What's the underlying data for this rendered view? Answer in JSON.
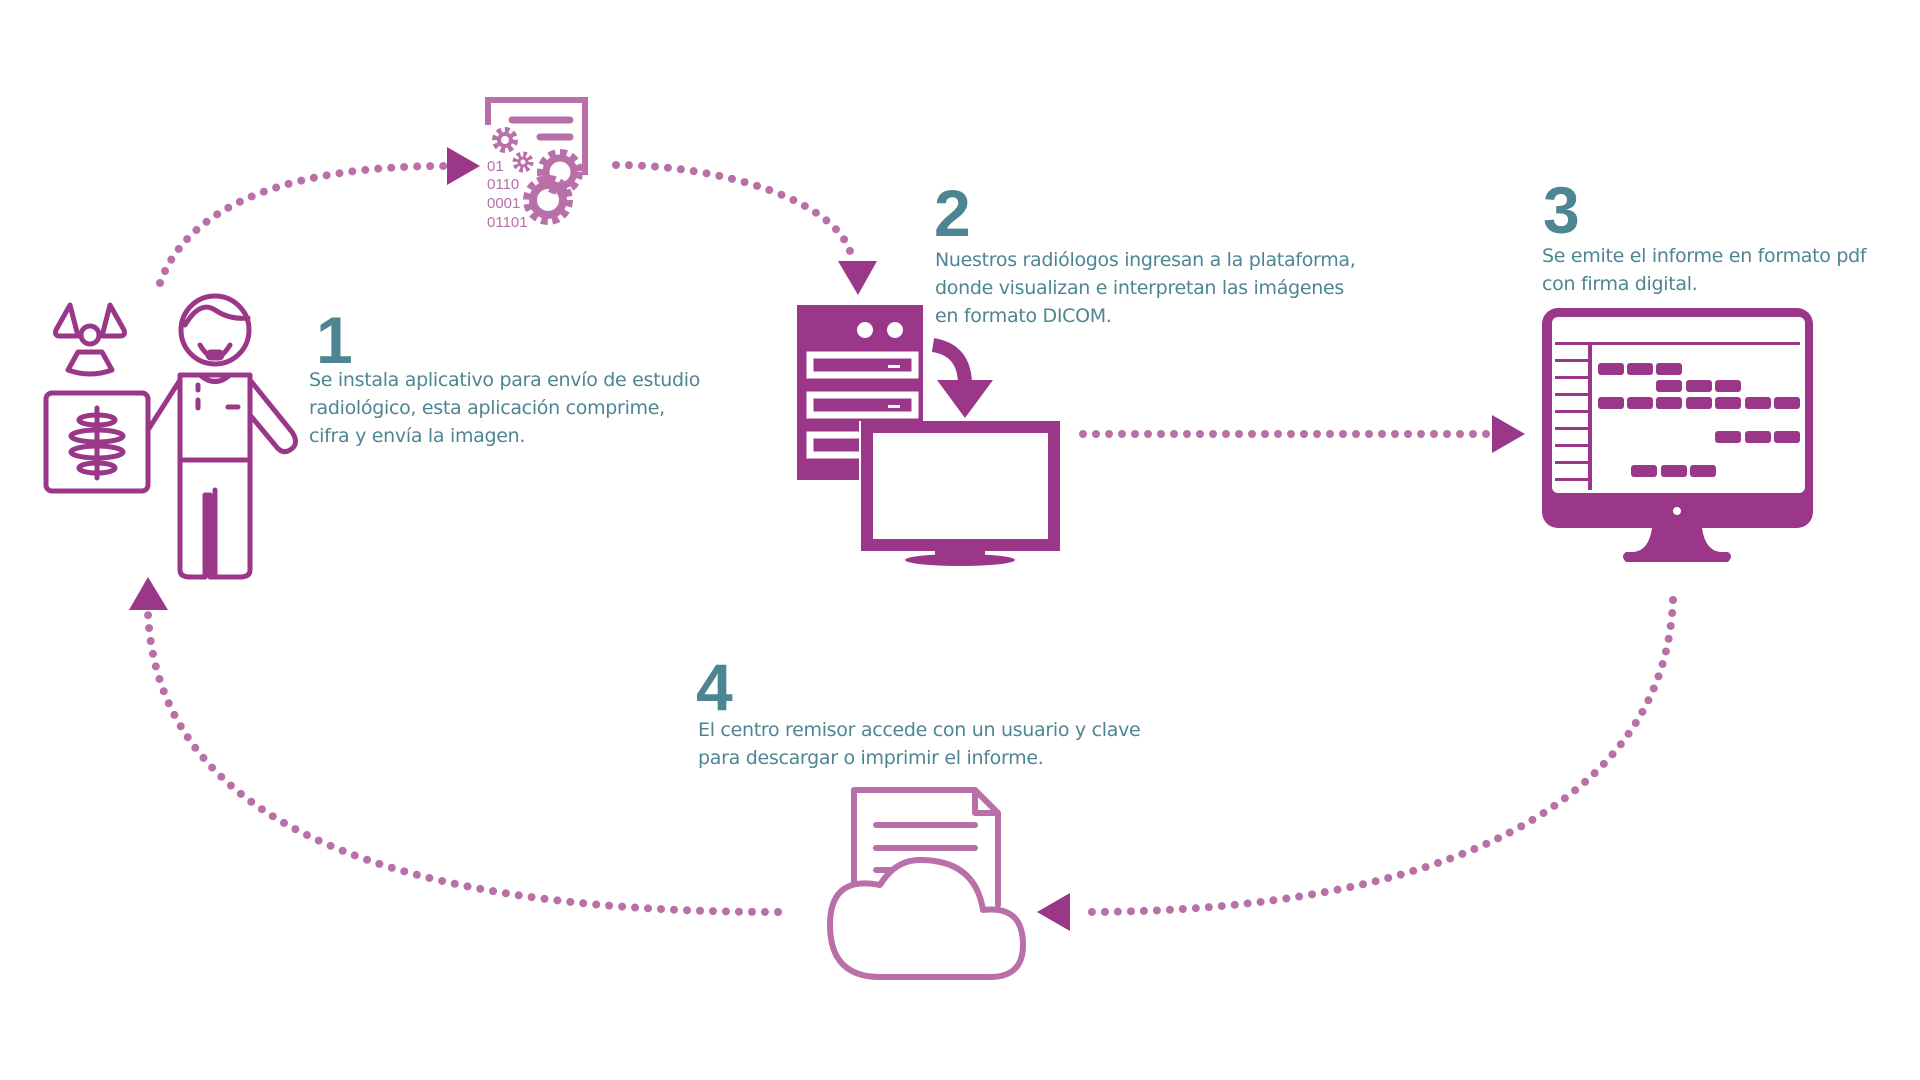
{
  "colors": {
    "primary": "#9B3789",
    "light": "#B96FA8",
    "text": "#4E8592",
    "background": "#FFFFFF"
  },
  "steps": [
    {
      "number": "1",
      "lines": [
        "Se instala aplicativo para envío de estudio",
        "radiológico, esta aplicación comprime,",
        "cifra y envía la imagen."
      ],
      "icon": "radiologist-xray-icon"
    },
    {
      "number": "2",
      "lines": [
        "Nuestros radiólogos ingresan a la plataforma,",
        "donde visualizan e interpretan las imágenes",
        "en formato DICOM."
      ],
      "icon": "server-to-monitor-icon"
    },
    {
      "number": "3",
      "lines": [
        "Se emite el informe en formato pdf",
        "con firma digital."
      ],
      "icon": "monitor-report-icon"
    },
    {
      "number": "4",
      "lines": [
        "El centro remisor accede con un usuario y clave",
        "para descargar o imprimir el informe."
      ],
      "icon": "cloud-document-icon"
    }
  ],
  "software_icon": {
    "icon": "software-gears-icon",
    "binary": [
      "01",
      "0110",
      "0001",
      "01101"
    ]
  }
}
